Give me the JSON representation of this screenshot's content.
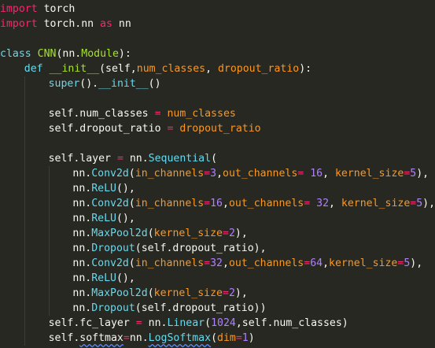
{
  "lines": [
    {
      "indent": 0,
      "tokens": [
        [
          "kw",
          "import"
        ],
        [
          "plain",
          " torch"
        ]
      ]
    },
    {
      "indent": 0,
      "tokens": [
        [
          "kw",
          "import"
        ],
        [
          "plain",
          " torch.nn "
        ],
        [
          "kw",
          "as"
        ],
        [
          "plain",
          " nn"
        ]
      ]
    },
    {
      "indent": 0,
      "tokens": []
    },
    {
      "indent": 0,
      "tokens": [
        [
          "def",
          "class"
        ],
        [
          "plain",
          " "
        ],
        [
          "cls",
          "CNN"
        ],
        [
          "plain",
          "(nn."
        ],
        [
          "cls",
          "Module"
        ],
        [
          "plain",
          "):"
        ]
      ]
    },
    {
      "indent": 1,
      "tokens": [
        [
          "def",
          "def"
        ],
        [
          "plain",
          " "
        ],
        [
          "fn",
          "__init__"
        ],
        [
          "plain",
          "(self,"
        ],
        [
          "param",
          "num_classes"
        ],
        [
          "plain",
          ", "
        ],
        [
          "param",
          "dropout_ratio"
        ],
        [
          "plain",
          "):"
        ]
      ]
    },
    {
      "indent": 2,
      "tokens": [
        [
          "call",
          "super"
        ],
        [
          "plain",
          "()."
        ],
        [
          "call",
          "__init__"
        ],
        [
          "plain",
          "()"
        ]
      ]
    },
    {
      "indent": 2,
      "tokens": []
    },
    {
      "indent": 2,
      "tokens": [
        [
          "plain",
          "self.num_classes "
        ],
        [
          "kw",
          "="
        ],
        [
          "plain",
          " "
        ],
        [
          "param",
          "num_classes"
        ]
      ]
    },
    {
      "indent": 2,
      "tokens": [
        [
          "plain",
          "self.dropout_ratio "
        ],
        [
          "kw",
          "="
        ],
        [
          "plain",
          " "
        ],
        [
          "param",
          "dropout_ratio"
        ]
      ]
    },
    {
      "indent": 2,
      "tokens": []
    },
    {
      "indent": 2,
      "tokens": [
        [
          "plain",
          "self.layer "
        ],
        [
          "kw",
          "="
        ],
        [
          "plain",
          " nn."
        ],
        [
          "call",
          "Sequential"
        ],
        [
          "plain",
          "("
        ]
      ]
    },
    {
      "indent": 3,
      "tokens": [
        [
          "plain",
          "nn."
        ],
        [
          "call",
          "Conv2d"
        ],
        [
          "plain",
          "("
        ],
        [
          "param",
          "in_channels"
        ],
        [
          "kw",
          "="
        ],
        [
          "num",
          "3"
        ],
        [
          "plain",
          ","
        ],
        [
          "param",
          "out_channels"
        ],
        [
          "kw",
          "="
        ],
        [
          "plain",
          " "
        ],
        [
          "num",
          "16"
        ],
        [
          "plain",
          ", "
        ],
        [
          "param",
          "kernel_size"
        ],
        [
          "kw",
          "="
        ],
        [
          "num",
          "5"
        ],
        [
          "plain",
          "),"
        ]
      ]
    },
    {
      "indent": 3,
      "tokens": [
        [
          "plain",
          "nn."
        ],
        [
          "call",
          "ReLU"
        ],
        [
          "plain",
          "(),"
        ]
      ]
    },
    {
      "indent": 3,
      "tokens": [
        [
          "plain",
          "nn."
        ],
        [
          "call",
          "Conv2d"
        ],
        [
          "plain",
          "("
        ],
        [
          "param",
          "in_channels"
        ],
        [
          "kw",
          "="
        ],
        [
          "num",
          "16"
        ],
        [
          "plain",
          ","
        ],
        [
          "param",
          "out_channels"
        ],
        [
          "kw",
          "="
        ],
        [
          "plain",
          " "
        ],
        [
          "num",
          "32"
        ],
        [
          "plain",
          ", "
        ],
        [
          "param",
          "kernel_size"
        ],
        [
          "kw",
          "="
        ],
        [
          "num",
          "5"
        ],
        [
          "plain",
          "),"
        ]
      ]
    },
    {
      "indent": 3,
      "tokens": [
        [
          "plain",
          "nn."
        ],
        [
          "call",
          "ReLU"
        ],
        [
          "plain",
          "(),"
        ]
      ]
    },
    {
      "indent": 3,
      "tokens": [
        [
          "plain",
          "nn."
        ],
        [
          "call",
          "MaxPool2d"
        ],
        [
          "plain",
          "("
        ],
        [
          "param",
          "kernel_size"
        ],
        [
          "kw",
          "="
        ],
        [
          "num",
          "2"
        ],
        [
          "plain",
          "),"
        ]
      ]
    },
    {
      "indent": 3,
      "tokens": [
        [
          "plain",
          "nn."
        ],
        [
          "call",
          "Dropout"
        ],
        [
          "plain",
          "(self.dropout_ratio),"
        ]
      ]
    },
    {
      "indent": 3,
      "tokens": [
        [
          "plain",
          "nn."
        ],
        [
          "call",
          "Conv2d"
        ],
        [
          "plain",
          "("
        ],
        [
          "param",
          "in_channels"
        ],
        [
          "kw",
          "="
        ],
        [
          "num",
          "32"
        ],
        [
          "plain",
          ","
        ],
        [
          "param",
          "out_channels"
        ],
        [
          "kw",
          "="
        ],
        [
          "num",
          "64"
        ],
        [
          "plain",
          ","
        ],
        [
          "param",
          "kernel_size"
        ],
        [
          "kw",
          "="
        ],
        [
          "num",
          "5"
        ],
        [
          "plain",
          "),"
        ]
      ]
    },
    {
      "indent": 3,
      "tokens": [
        [
          "plain",
          "nn."
        ],
        [
          "call",
          "ReLU"
        ],
        [
          "plain",
          "(),"
        ]
      ]
    },
    {
      "indent": 3,
      "tokens": [
        [
          "plain",
          "nn."
        ],
        [
          "call",
          "MaxPool2d"
        ],
        [
          "plain",
          "("
        ],
        [
          "param",
          "kernel_size"
        ],
        [
          "kw",
          "="
        ],
        [
          "num",
          "2"
        ],
        [
          "plain",
          "),"
        ]
      ]
    },
    {
      "indent": 3,
      "tokens": [
        [
          "plain",
          "nn."
        ],
        [
          "call",
          "Dropout"
        ],
        [
          "plain",
          "(self.dropout_ratio))"
        ]
      ]
    },
    {
      "indent": 2,
      "tokens": [
        [
          "plain",
          "self.fc_layer "
        ],
        [
          "kw",
          "="
        ],
        [
          "plain",
          " nn."
        ],
        [
          "call",
          "Linear"
        ],
        [
          "plain",
          "("
        ],
        [
          "num",
          "1024"
        ],
        [
          "plain",
          ",self.num_classes)"
        ]
      ]
    },
    {
      "indent": 2,
      "tokens": [
        [
          "plain",
          "self."
        ],
        [
          "plain_wavy",
          "softmax"
        ],
        [
          "kw",
          "="
        ],
        [
          "plain",
          "nn."
        ],
        [
          "call_wavy",
          "LogSoftmax"
        ],
        [
          "plain",
          "("
        ],
        [
          "param",
          "dim"
        ],
        [
          "kw",
          "="
        ],
        [
          "num",
          "1"
        ],
        [
          "plain",
          ")"
        ]
      ]
    }
  ],
  "colors": {
    "background": "#272822",
    "keyword": "#f92672",
    "storage": "#66d9ef",
    "class_name": "#a6e22e",
    "parameter": "#fd971f",
    "number": "#ae81ff",
    "text": "#f8f8f2"
  }
}
